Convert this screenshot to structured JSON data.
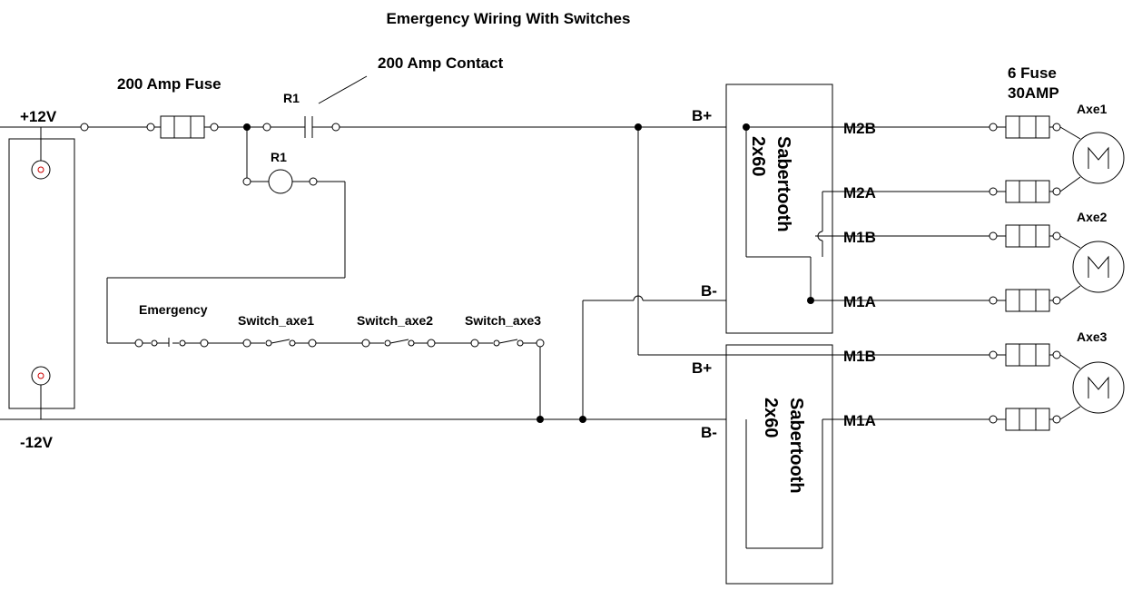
{
  "title": "Emergency Wiring With Switches",
  "labels": {
    "fuse_main": "200 Amp Fuse",
    "contact": "200 Amp Contact",
    "relay_contact": "R1",
    "relay_coil": "R1",
    "pos": "+12V",
    "neg": "-12V",
    "emergency": "Emergency",
    "sw1": "Switch_axe1",
    "sw2": "Switch_axe2",
    "sw3": "Switch_axe3",
    "fuses_line1": "6 Fuse",
    "fuses_line2": "30AMP"
  },
  "controller1": {
    "name_line1": "Sabertooth",
    "name_line2": "2x60",
    "b_plus": "B+",
    "b_minus": "B-",
    "m2b": "M2B",
    "m2a": "M2A",
    "m1b": "M1B",
    "m1a": "M1A"
  },
  "controller2": {
    "name_line1": "Sabertooth",
    "name_line2": "2x60",
    "b_plus": "B+",
    "b_minus": "B-",
    "m1b": "M1B",
    "m1a": "M1A"
  },
  "motors": {
    "axe1": "Axe1",
    "axe2": "Axe2",
    "axe3": "Axe3",
    "symbol": "M"
  }
}
